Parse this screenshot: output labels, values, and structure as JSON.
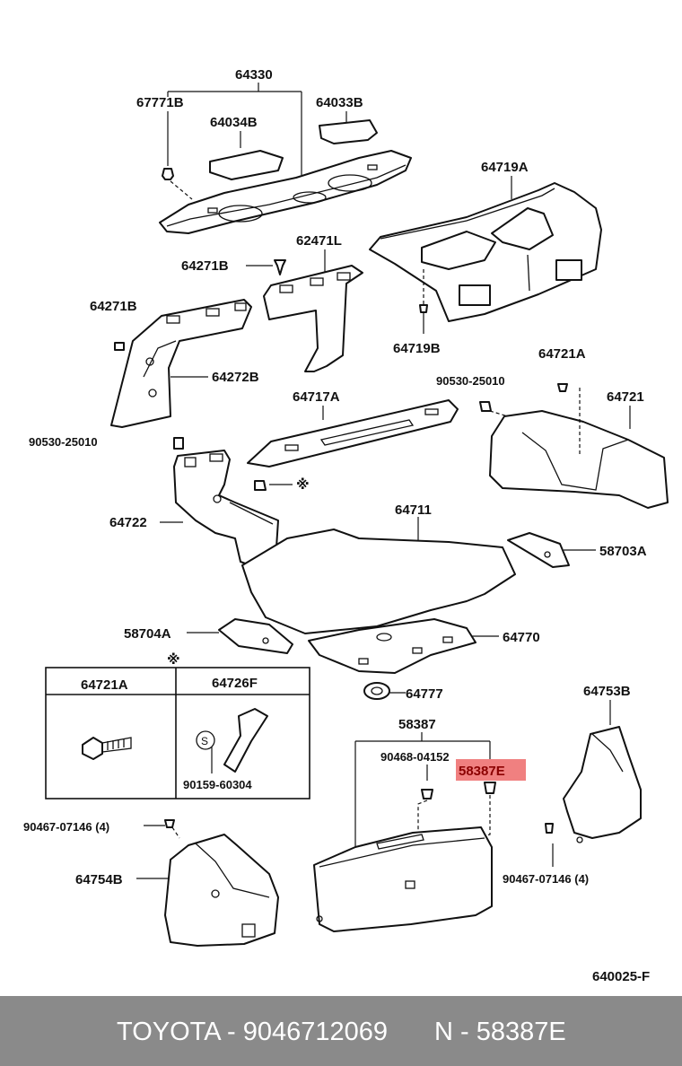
{
  "labels": {
    "l64330": "64330",
    "l67771B": "67771B",
    "l64034B": "64034B",
    "l64033B": "64033B",
    "l64719A": "64719A",
    "l62471L": "62471L",
    "l64271B_a": "64271B",
    "l64271B_b": "64271B",
    "l64719B": "64719B",
    "l64272B": "64272B",
    "l64721A": "64721A",
    "l90530_a": "90530-25010",
    "l64721": "64721",
    "l64717A": "64717A",
    "l90530_b": "90530-25010",
    "l_mark": "※",
    "l64722": "64722",
    "l64711": "64711",
    "l58703A": "58703A",
    "l58704A": "58704A",
    "l64770": "64770",
    "l_mark2": "※",
    "l64777": "64777",
    "l64753B": "64753B",
    "l58387": "58387",
    "l90468": "90468-04152",
    "l58387E": "58387E",
    "l90467_a": "90467-07146 (4)",
    "l90467_b": "90467-07146 (4)",
    "l64754B": "64754B",
    "l640025F": "640025-F"
  },
  "inset": {
    "col1": "64721A",
    "col2": "64726F",
    "sub": "90159-60304",
    "s_mark": "S"
  },
  "highlight_color": "#f08080",
  "footer": {
    "left": "TOYOTA - 9046712069",
    "right": "N - 58387E"
  }
}
